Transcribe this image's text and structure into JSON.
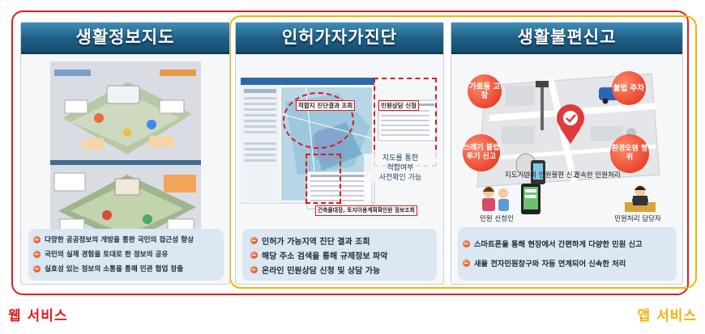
{
  "panels": {
    "life_info_map": {
      "title": "생활정보지도",
      "bullets": [
        "다양한 공공정보의 개방을 통한 국민의 접근성 향상",
        "국민의 실제 경험을 토대로 한 정보의 공유",
        "실효성 있는 정보의 소통을 통해 민관 협업 창출"
      ]
    },
    "permit_diagnosis": {
      "title": "인허가자가진단",
      "callouts": {
        "diagnosis_result": "적합지 진단결과 조회",
        "consult_apply": "민원상담 신청",
        "register_lookup": "건축물대장, 토지이용계획확인원 정보조회"
      },
      "map_caption": [
        "지도를 통한",
        "적합여부",
        "사전확인 가능"
      ],
      "bullets": [
        "인허가 가능지역 진단 결과 조회",
        "해당 주소 검색을 통해 규제정보 파악",
        "온라인 민원상담 신청 및 상담 가능"
      ]
    },
    "life_inconvenience_report": {
      "title": "생활불편신고",
      "bubbles": {
        "streetlight": "가로등 고장",
        "illegal_parking": "불법 주차",
        "littering": "쓰레기 불법투기 신고",
        "pollution": "환경오염 행위"
      },
      "labels": {
        "map_report": "지도기반의 민원불편 신고",
        "quick_process": "신속한 민원처리",
        "citizen": "민원 신청인",
        "officer": "민원처리 담당자"
      },
      "bullets": [
        "스마트폰을 통해 현장에서 간편하게 다양한 민원 신고",
        "새올 전자민원창구와 자동 연계되어 신속한 처리"
      ]
    }
  },
  "footer": {
    "web_service": "웹 서비스",
    "app_service": "앱 서비스"
  },
  "colors": {
    "web_frame": "#e02020",
    "app_frame": "#f2b400",
    "header_bg": "#1f5f85",
    "bullet_box": "#dbe7f2"
  }
}
